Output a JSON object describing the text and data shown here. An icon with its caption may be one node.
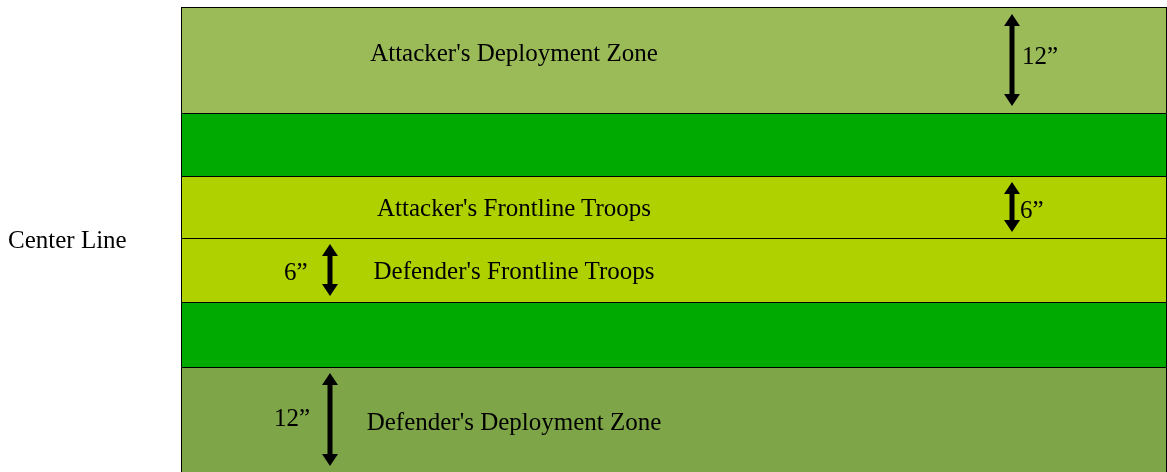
{
  "diagram": {
    "nodes": [
      {
        "text": [
          "Attacker's Deployment Zone"
        ]
      },
      {
        "text": [],
        "shape": "box"
      },
      {
        "text": [
          "Attacker's Frontline Troops"
        ]
      },
      {
        "text": [
          "Defender's Frontline Troops"
        ]
      },
      {
        "text": [],
        "shape": "box"
      },
      {
        "text": [
          "Defender's Deployment Zone"
        ]
      }
    ],
    "edges": [],
    "labels": [
      "12”",
      "Center Line",
      "6”",
      "6”",
      "12”"
    ]
  }
}
